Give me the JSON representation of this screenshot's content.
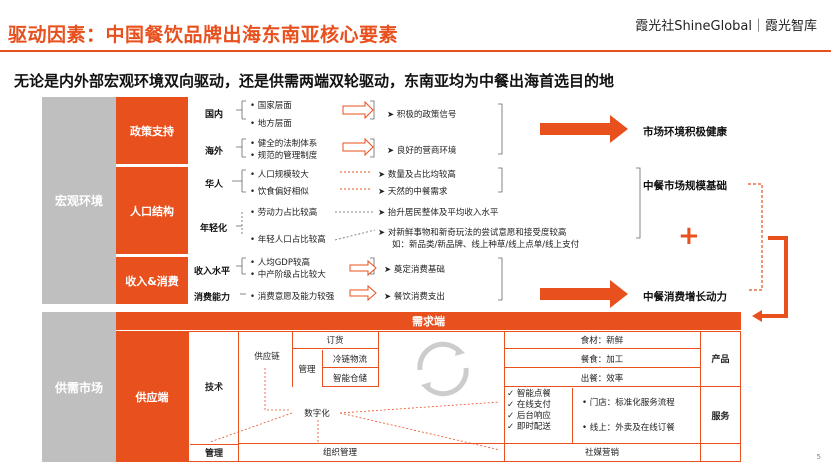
{
  "header": {
    "title": "驱动因素：中国餐饮品牌出海东南亚核心要素",
    "brand": "霞光社ShineGlobal｜霞光智库",
    "subtitle": "无论是内外部宏观环境双向驱动，还是供需两端双轮驱动，东南亚均为中餐出海首选目的地",
    "page_number": "5"
  },
  "macro": {
    "section_label": "宏观环境",
    "policy": {
      "label": "政策支持",
      "domestic": {
        "label": "国内",
        "items": [
          "国家层面",
          "地方层面"
        ],
        "result": "积极的政策信号"
      },
      "overseas": {
        "label": "海外",
        "items": [
          "健全的法制体系",
          "规范的管理制度"
        ],
        "result": "良好的营商环境"
      },
      "conclusion": "市场环境积极健康"
    },
    "population": {
      "label": "人口结构",
      "chinese": {
        "label": "华人",
        "items": [
          "人口规模较大",
          "饮食偏好相似"
        ],
        "results": [
          "数量及占比均较高",
          "天然的中餐需求"
        ]
      },
      "young": {
        "label": "年轻化",
        "items": [
          "劳动力占比较高",
          "年轻人口占比较高"
        ],
        "results": [
          "抬升居民整体及平均收入水平",
          "对新鲜事物和新奇玩法的尝试意愿和接受度较高",
          "如：新品类/新品牌、线上种草/线上点单/线上支付"
        ]
      },
      "conclusion": "中餐市场规模基础"
    },
    "income": {
      "label": "收入&消费",
      "income_level": {
        "label": "收入水平",
        "items": [
          "人均GDP较高",
          "中产阶级占比较大"
        ],
        "result": "奠定消费基础"
      },
      "consumption": {
        "label": "消费能力",
        "items": [
          "消费意愿及能力较强"
        ],
        "result": "餐饮消费支出"
      },
      "conclusion": "中餐消费增长动力"
    },
    "plus": "+"
  },
  "market": {
    "section_label": "供需市场",
    "demand_label": "需求端",
    "supply_label": "供应端",
    "tech_label": "技术",
    "mgmt_label": "管理",
    "supply_chain": "供应链",
    "management": "管理",
    "purchase": "订货",
    "cold_chain": "冷链物流",
    "smart_storage": "智能仓储",
    "digital": "数字化",
    "org_mgmt": "组织管理",
    "product_label": "产品",
    "service_label": "服务",
    "ingredients": "食材：新鲜",
    "meal": "餐食：加工",
    "serving": "出餐：效率",
    "checks": [
      "智能点餐",
      "在线支付",
      "后台响应",
      "即时配送"
    ],
    "store": "• 门店：标准化服务流程",
    "online": "• 线上：外卖及在线订餐",
    "social": "社媒营销"
  },
  "colors": {
    "accent": "#e8501e",
    "gray": "#bfbfbf"
  }
}
